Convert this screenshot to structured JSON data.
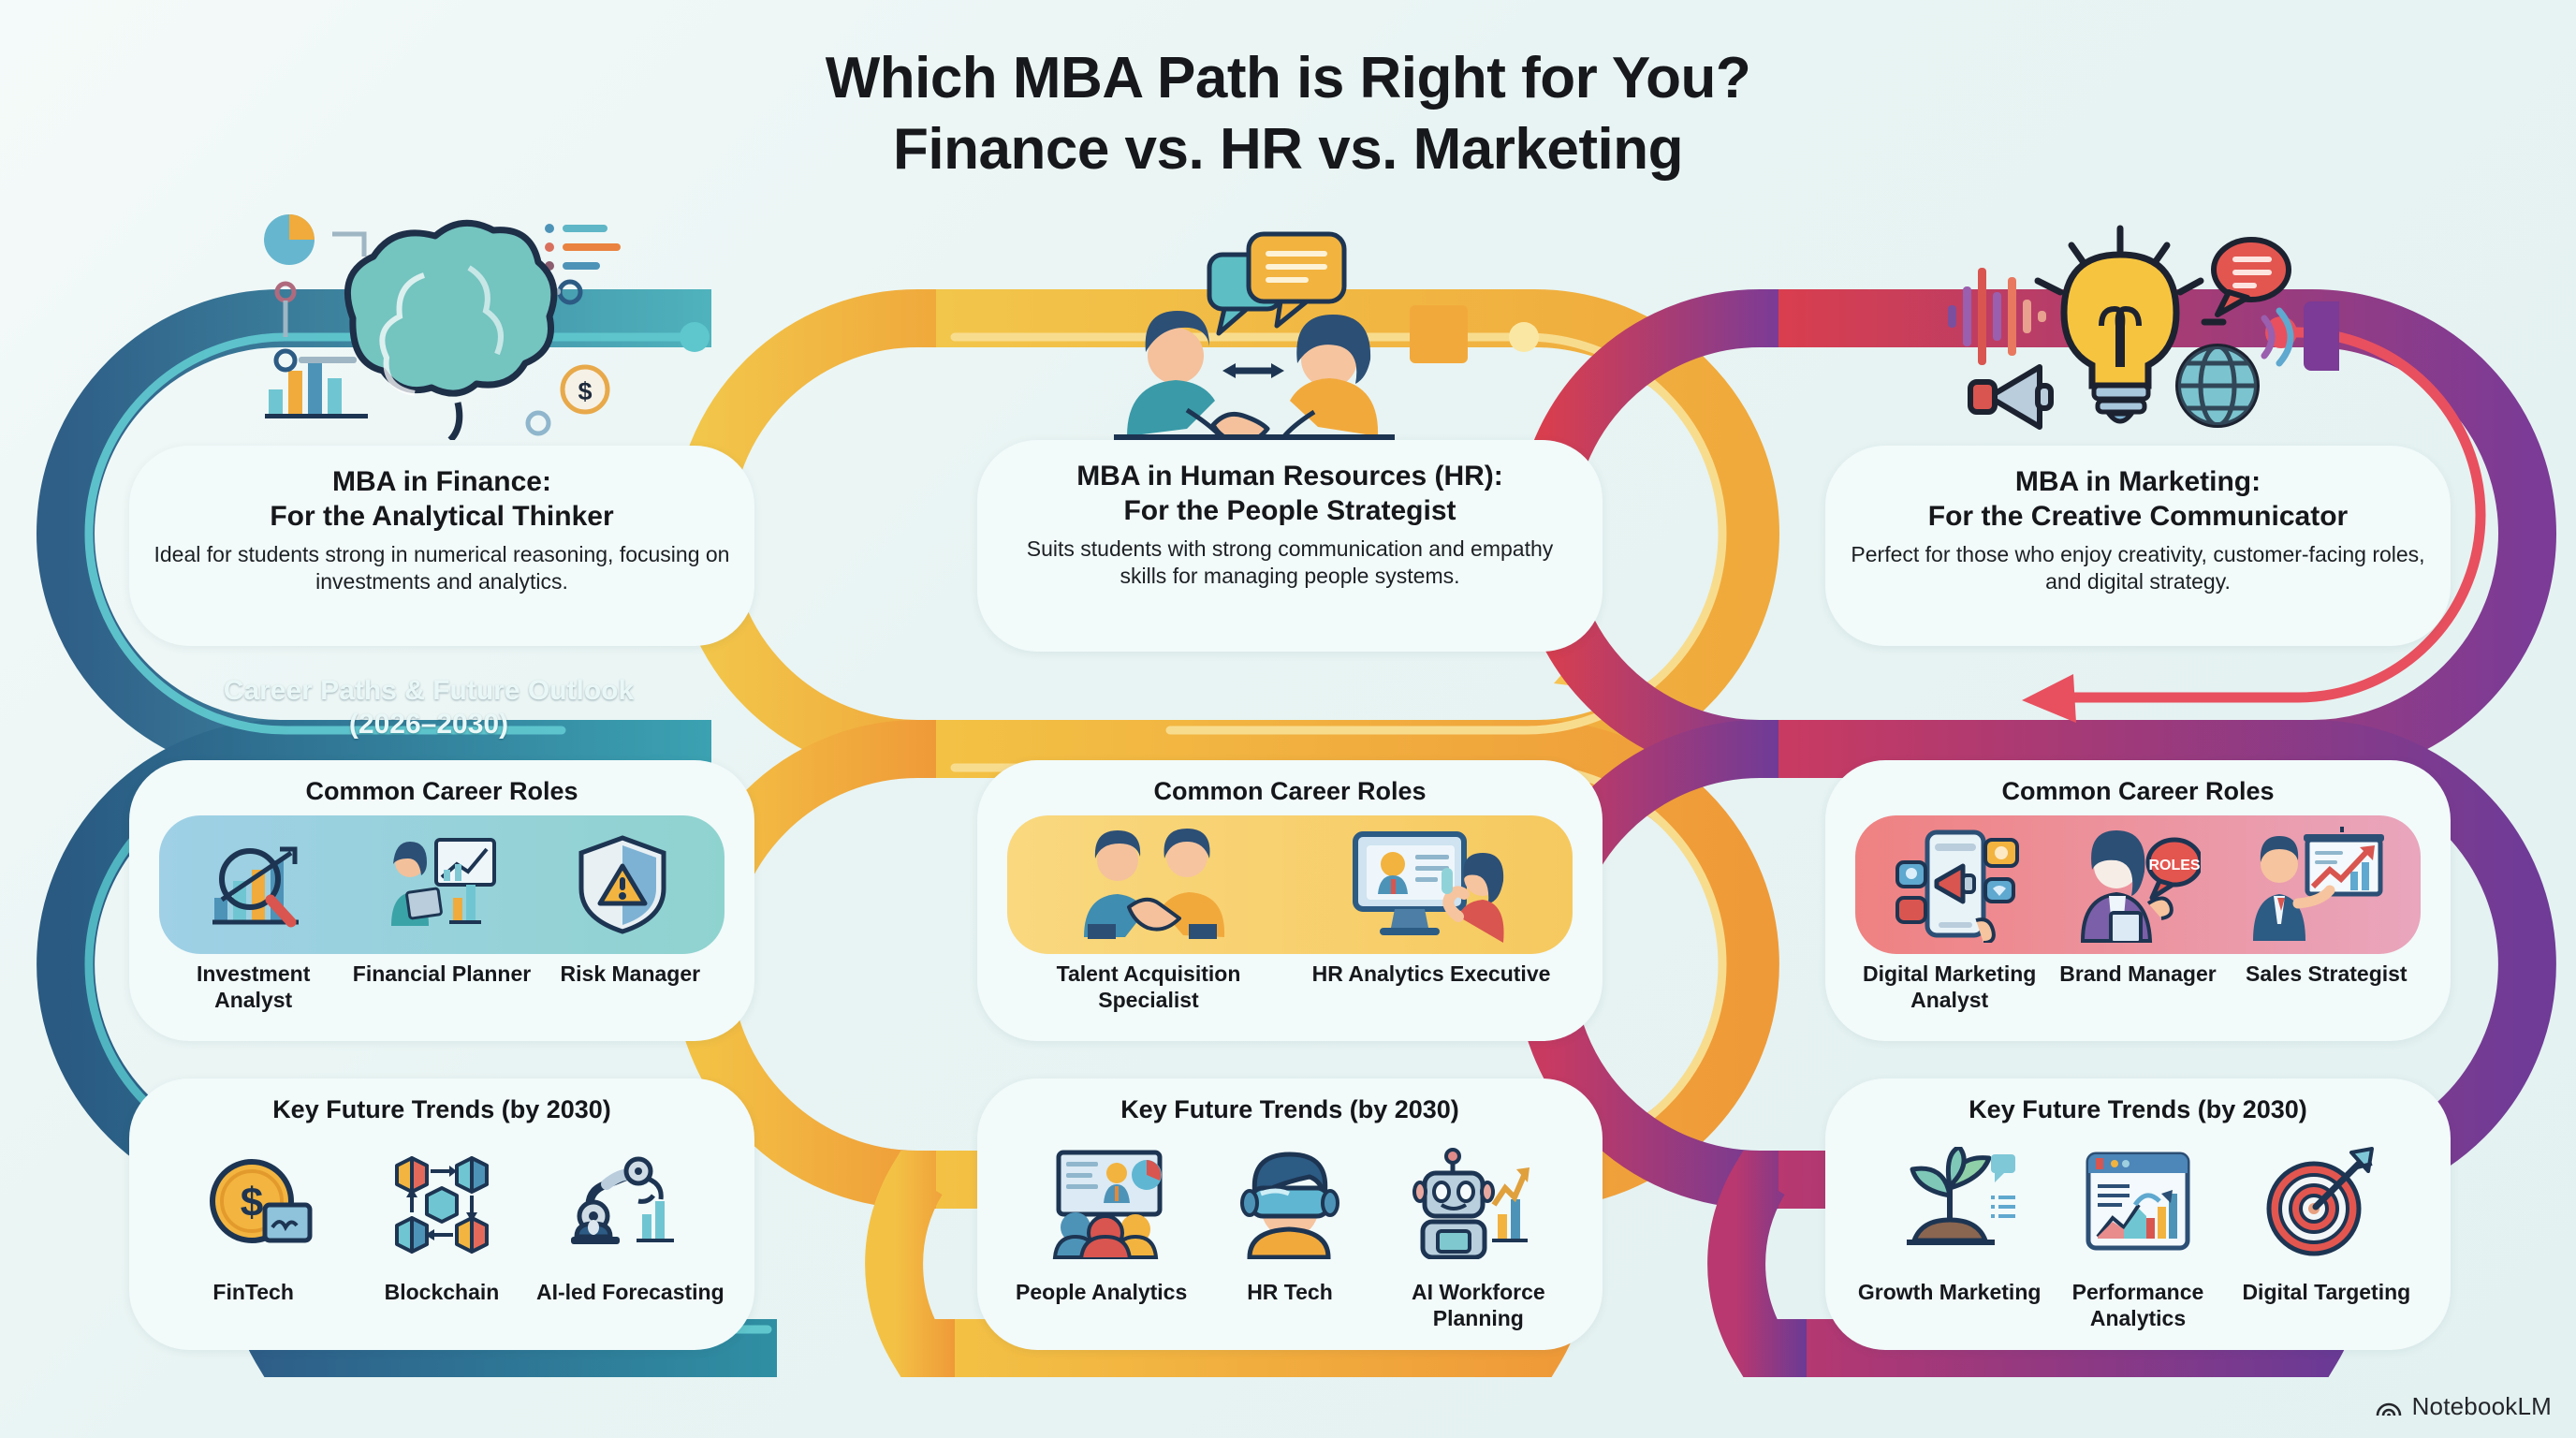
{
  "title": {
    "line1": "Which MBA Path is Right for You?",
    "line2": "Finance vs. HR vs. Marketing"
  },
  "banner": {
    "line1": "Career Paths & Future Outlook",
    "line2": "(2026–2030)"
  },
  "section_labels": {
    "roles": "Common Career Roles",
    "trends": "Key Future Trends (by 2030)"
  },
  "watermark": {
    "label": "NotebookLM",
    "icon": "notebooklm-spiral-icon"
  },
  "columns": [
    {
      "id": "finance",
      "heading_line1": "MBA in Finance:",
      "heading_line2": "For the Analytical Thinker",
      "description": "Ideal for students strong in numerical reasoning, focusing on investments and analytics.",
      "hero_icon": "brain-analytics-icon",
      "colors": {
        "ribbon_dark": "#2c5b84",
        "ribbon_mid": "#2f7f96",
        "ribbon_light": "#57c2c8",
        "accent": "#3ba9b4",
        "strip_from": "#9fd0e6",
        "strip_to": "#8fd3cf"
      },
      "roles": [
        {
          "label": "Investment Analyst",
          "icon": "magnifier-bar-chart-icon"
        },
        {
          "label": "Financial Planner",
          "icon": "planner-person-chart-icon"
        },
        {
          "label": "Risk Manager",
          "icon": "shield-warning-icon"
        }
      ],
      "trends": [
        {
          "label": "FinTech",
          "icon": "coin-card-icon"
        },
        {
          "label": "Blockchain",
          "icon": "blockchain-cubes-icon"
        },
        {
          "label": "AI-led Forecasting",
          "icon": "robot-arm-chart-icon"
        }
      ]
    },
    {
      "id": "hr",
      "heading_line1": "MBA in Human Resources (HR):",
      "heading_line2": "For the People Strategist",
      "description": "Suits students with strong communication and empathy skills for managing people systems.",
      "hero_icon": "handshake-speech-bubbles-icon",
      "colors": {
        "ribbon_dark": "#ecb53d",
        "ribbon_mid": "#f0a63a",
        "ribbon_light": "#f7d277",
        "accent": "#f2a93c",
        "strip_from": "#f9d87f",
        "strip_to": "#f6c95f"
      },
      "roles": [
        {
          "label": "Talent Acquisition Specialist",
          "icon": "handshake-icon"
        },
        {
          "label": "HR Analytics Executive",
          "icon": "monitor-profile-icon"
        }
      ],
      "trends": [
        {
          "label": "People Analytics",
          "icon": "people-dashboard-icon"
        },
        {
          "label": "HR Tech",
          "icon": "vr-headset-person-icon"
        },
        {
          "label": "AI Workforce Planning",
          "icon": "robot-growth-chart-icon"
        }
      ]
    },
    {
      "id": "marketing",
      "heading_line1": "MBA in Marketing:",
      "heading_line2": "For the Creative Communicator",
      "description": "Perfect for those who enjoy creativity, customer-facing roles, and digital strategy.",
      "hero_icon": "lightbulb-megaphone-globe-icon",
      "colors": {
        "ribbon_dark": "#d93e4e",
        "ribbon_mid": "#a93a7e",
        "ribbon_light": "#7b3b96",
        "accent": "#e8505f",
        "strip_from": "#f08b8b",
        "strip_to": "#e9a0b8"
      },
      "roles": [
        {
          "label": "Digital Marketing Analyst",
          "icon": "phone-megaphone-icon"
        },
        {
          "label": "Brand Manager",
          "icon": "person-roles-bubble-icon"
        },
        {
          "label": "Sales Strategist",
          "icon": "presenter-growth-chart-icon"
        }
      ],
      "trends": [
        {
          "label": "Growth Marketing",
          "icon": "sprout-growth-icon"
        },
        {
          "label": "Performance Analytics",
          "icon": "dashboard-analytics-icon"
        },
        {
          "label": "Digital Targeting",
          "icon": "target-arrow-icon"
        }
      ]
    }
  ]
}
